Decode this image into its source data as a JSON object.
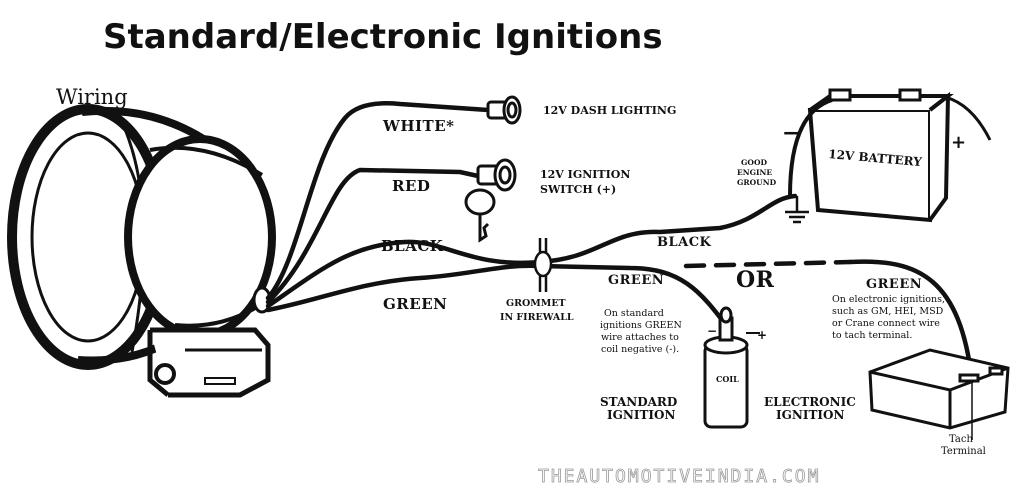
{
  "title": "Standard/Electronic Ignitions",
  "gauge_label": "Wiring",
  "wires": {
    "white": "WHITE*",
    "red": "RED",
    "black": "BLACK",
    "green": "GREEN",
    "black_right": "BLACK",
    "green_mid": "GREEN",
    "green_right": "GREEN"
  },
  "targets": {
    "dash_lighting": "12V DASH LIGHTING",
    "ignition_switch_line1": "12V IGNITION",
    "ignition_switch_line2": "SWITCH (+)",
    "battery": "12V BATTERY",
    "ground_line1": "GOOD",
    "ground_line2": "ENGINE",
    "ground_line3": "GROUND",
    "coil": "COIL",
    "or": "OR"
  },
  "grommet": {
    "line1": "GROMMET",
    "line2": "IN FIREWALL"
  },
  "standard_note": [
    "On standard",
    "ignitions GREEN",
    "wire attaches to",
    "coil negative (-)."
  ],
  "electronic_note": [
    "On electronic ignitions,",
    "such as GM, HEI, MSD",
    "or Crane connect wire",
    "to tach terminal."
  ],
  "standard_label": {
    "line1": "STANDARD",
    "line2": "IGNITION"
  },
  "electronic_label": {
    "line1": "ELECTRONIC",
    "line2": "IGNITION"
  },
  "tach_terminal": {
    "line1": "Tach",
    "line2": "Terminal"
  },
  "watermark": "THEAUTOMOTIVEINDIA.COM",
  "colors": {
    "ink": "#111111",
    "background": "#ffffff",
    "watermark": "#9a9a9a"
  }
}
